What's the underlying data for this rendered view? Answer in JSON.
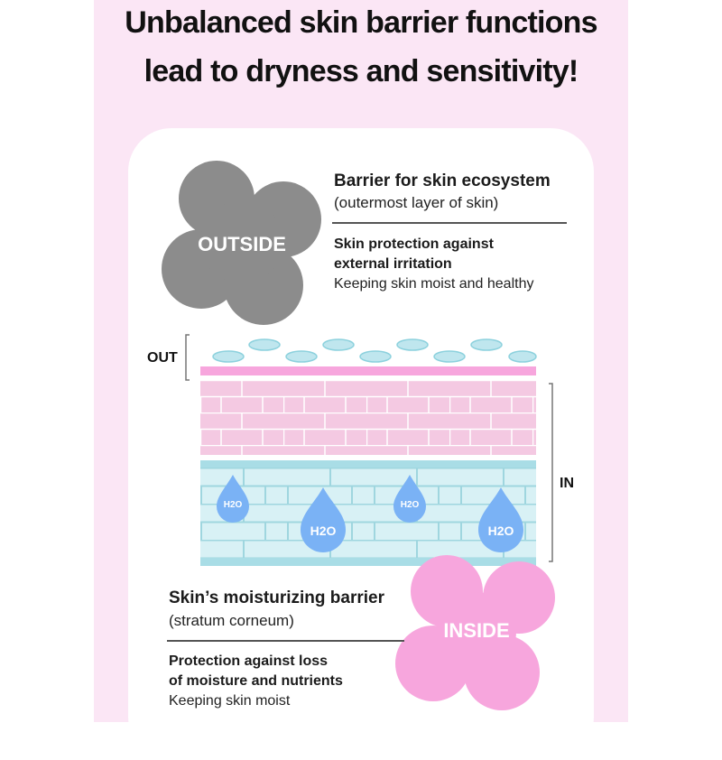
{
  "headline": {
    "line1": "Unbalanced skin barrier functions",
    "line2": "lead to dryness and sensitivity!"
  },
  "outside": {
    "badge": "OUTSIDE",
    "title": "Barrier for skin ecosystem",
    "subtitle": "(outermost layer of skin)",
    "point_title_1": "Skin protection against",
    "point_title_2": "external irritation",
    "point_desc": "Keeping skin moist and healthy"
  },
  "layers": {
    "out_label": "OUT",
    "in_label": "IN",
    "water_drop_label": "H2O"
  },
  "inside": {
    "badge": "INSIDE",
    "title": "Skin’s moisturizing barrier",
    "subtitle": "(stratum corneum)",
    "point_title_1": "Protection against loss",
    "point_title_2": "of moisture and nutrients",
    "point_desc": "Keeping skin moist"
  },
  "colors": {
    "panel_bg": "#fbe6f5",
    "outside_flower": "#8c8c8c",
    "inside_flower": "#f7a6dd",
    "pink_layer": "#f4c9e2",
    "blue_layer": "#d8f1f5",
    "water_drop": "#7ab2f5"
  }
}
